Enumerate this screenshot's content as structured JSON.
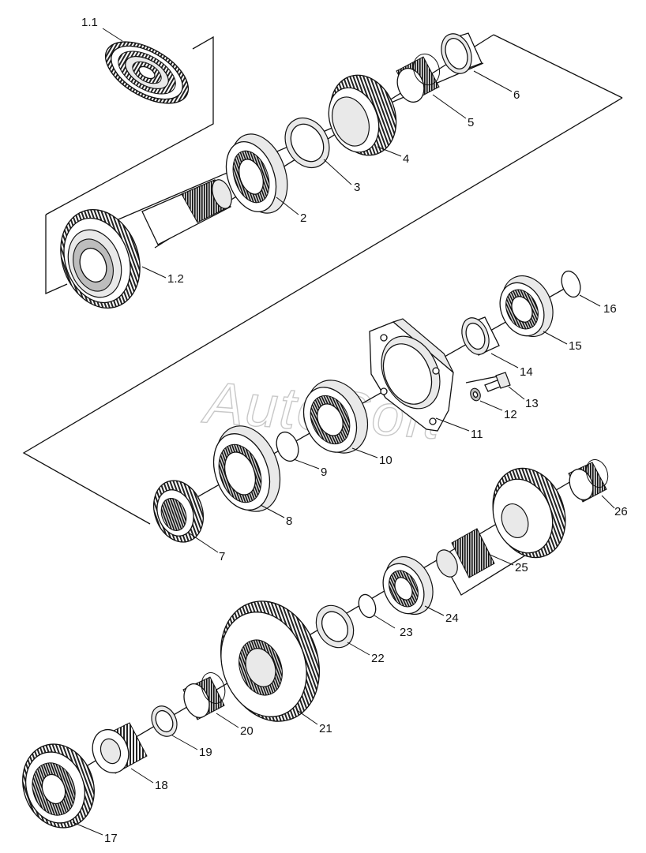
{
  "watermark": "AutoSoft",
  "parts": [
    {
      "id": "1.1",
      "name": "synchronizer-hub"
    },
    {
      "id": "1.2",
      "name": "input-shaft-gear"
    },
    {
      "id": "2",
      "name": "ball-bearing"
    },
    {
      "id": "3",
      "name": "thrust-washer"
    },
    {
      "id": "4",
      "name": "spur-gear"
    },
    {
      "id": "5",
      "name": "needle-bearing"
    },
    {
      "id": "6",
      "name": "bearing-race"
    },
    {
      "id": "7",
      "name": "small-gear"
    },
    {
      "id": "8",
      "name": "synchronizer-sleeve"
    },
    {
      "id": "9",
      "name": "snap-ring"
    },
    {
      "id": "10",
      "name": "ball-bearing"
    },
    {
      "id": "11",
      "name": "bearing-flange-housing"
    },
    {
      "id": "12",
      "name": "washer"
    },
    {
      "id": "13",
      "name": "bolt"
    },
    {
      "id": "14",
      "name": "bushing"
    },
    {
      "id": "15",
      "name": "ball-bearing"
    },
    {
      "id": "16",
      "name": "snap-ring"
    },
    {
      "id": "17",
      "name": "spur-gear"
    },
    {
      "id": "18",
      "name": "splined-hub"
    },
    {
      "id": "19",
      "name": "thrust-washer"
    },
    {
      "id": "20",
      "name": "needle-bearing"
    },
    {
      "id": "21",
      "name": "large-spur-gear"
    },
    {
      "id": "22",
      "name": "thrust-washer"
    },
    {
      "id": "23",
      "name": "snap-ring"
    },
    {
      "id": "24",
      "name": "ball-bearing"
    },
    {
      "id": "25",
      "name": "countershaft-gear"
    },
    {
      "id": "26",
      "name": "needle-bearing"
    }
  ]
}
